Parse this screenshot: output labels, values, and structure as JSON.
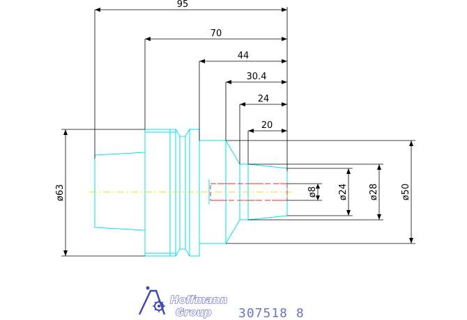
{
  "drawing": {
    "dimensions": {
      "length_95": "95",
      "length_70": "70",
      "length_44": "44",
      "length_30_4": "30.4",
      "length_24": "24",
      "length_20": "20",
      "dia_63": "ø63",
      "dia_8": "ø8",
      "dia_24": "ø24",
      "dia_28": "ø28",
      "dia_50": "ø50"
    }
  },
  "logo": {
    "line1": "Hoffmann",
    "line2": "Group"
  },
  "part_number": "307518 8",
  "colors": {
    "outline": "#00e0f0",
    "centerline": "#e6e600",
    "hole": "#ff2020",
    "dimension": "#000000",
    "brand": "#3d48b8"
  }
}
